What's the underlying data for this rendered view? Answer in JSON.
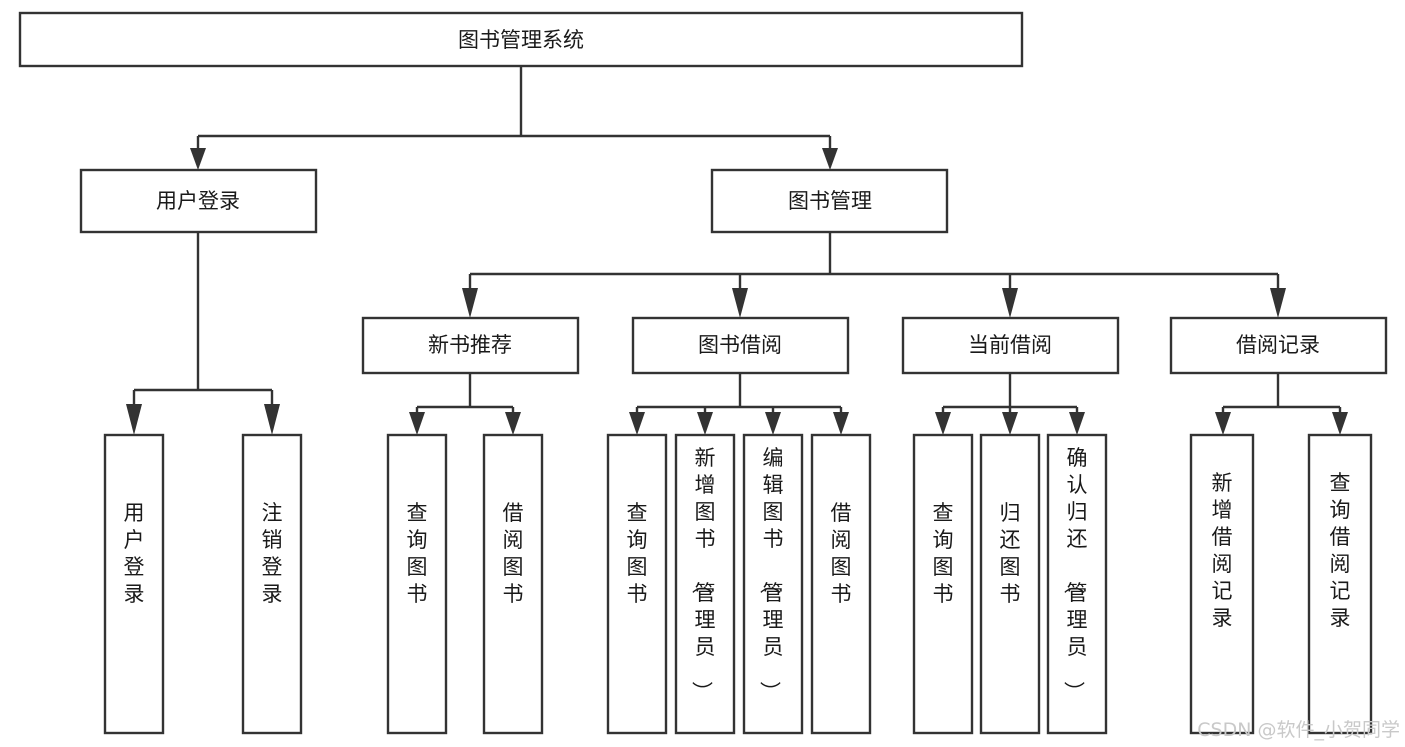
{
  "diagram": {
    "type": "tree",
    "title": "图书管理系统",
    "root": {
      "id": "root",
      "label": "图书管理系统",
      "orientation": "horizontal"
    },
    "level2": [
      {
        "id": "user-login",
        "label": "用户登录",
        "orientation": "horizontal"
      },
      {
        "id": "book-manage",
        "label": "图书管理",
        "orientation": "horizontal"
      }
    ],
    "level3": [
      {
        "id": "new-book-recommend",
        "label": "新书推荐",
        "orientation": "horizontal",
        "parent": "book-manage"
      },
      {
        "id": "book-borrow",
        "label": "图书借阅",
        "orientation": "horizontal",
        "parent": "book-manage"
      },
      {
        "id": "current-borrow",
        "label": "当前借阅",
        "orientation": "horizontal",
        "parent": "book-manage"
      },
      {
        "id": "borrow-record",
        "label": "借阅记录",
        "orientation": "horizontal",
        "parent": "book-manage"
      }
    ],
    "leaves": [
      {
        "id": "leaf-user-login",
        "label": "用户登录",
        "orientation": "vertical",
        "parent": "user-login"
      },
      {
        "id": "leaf-user-logout",
        "label": "注销登录",
        "orientation": "vertical",
        "parent": "user-login"
      },
      {
        "id": "leaf-query-book-1",
        "label": "查询图书",
        "orientation": "vertical",
        "parent": "new-book-recommend"
      },
      {
        "id": "leaf-borrow-book-1",
        "label": "借阅图书",
        "orientation": "vertical",
        "parent": "new-book-recommend"
      },
      {
        "id": "leaf-query-book-2",
        "label": "查询图书",
        "orientation": "vertical",
        "parent": "book-borrow"
      },
      {
        "id": "leaf-add-book",
        "label": "新增图书（管理员）",
        "orientation": "vertical",
        "parent": "book-borrow"
      },
      {
        "id": "leaf-edit-book",
        "label": "编辑图书（管理员）",
        "orientation": "vertical",
        "parent": "book-borrow"
      },
      {
        "id": "leaf-borrow-book-2",
        "label": "借阅图书",
        "orientation": "vertical",
        "parent": "book-borrow"
      },
      {
        "id": "leaf-query-book-3",
        "label": "查询图书",
        "orientation": "vertical",
        "parent": "current-borrow"
      },
      {
        "id": "leaf-return-book",
        "label": "归还图书",
        "orientation": "vertical",
        "parent": "current-borrow"
      },
      {
        "id": "leaf-confirm-return",
        "label": "确认归还（管理员）",
        "orientation": "vertical",
        "parent": "current-borrow"
      },
      {
        "id": "leaf-add-record",
        "label": "新增借阅记录",
        "orientation": "vertical",
        "parent": "borrow-record"
      },
      {
        "id": "leaf-query-record",
        "label": "查询借阅记录",
        "orientation": "vertical",
        "parent": "borrow-record"
      }
    ],
    "colors": {
      "box_stroke": "#333333",
      "box_fill": "#ffffff",
      "text": "#1a1a1a",
      "background": "#ffffff",
      "watermark": "#c9c9c9"
    }
  },
  "watermark": {
    "text": "CSDN @软件_小贺同学"
  }
}
